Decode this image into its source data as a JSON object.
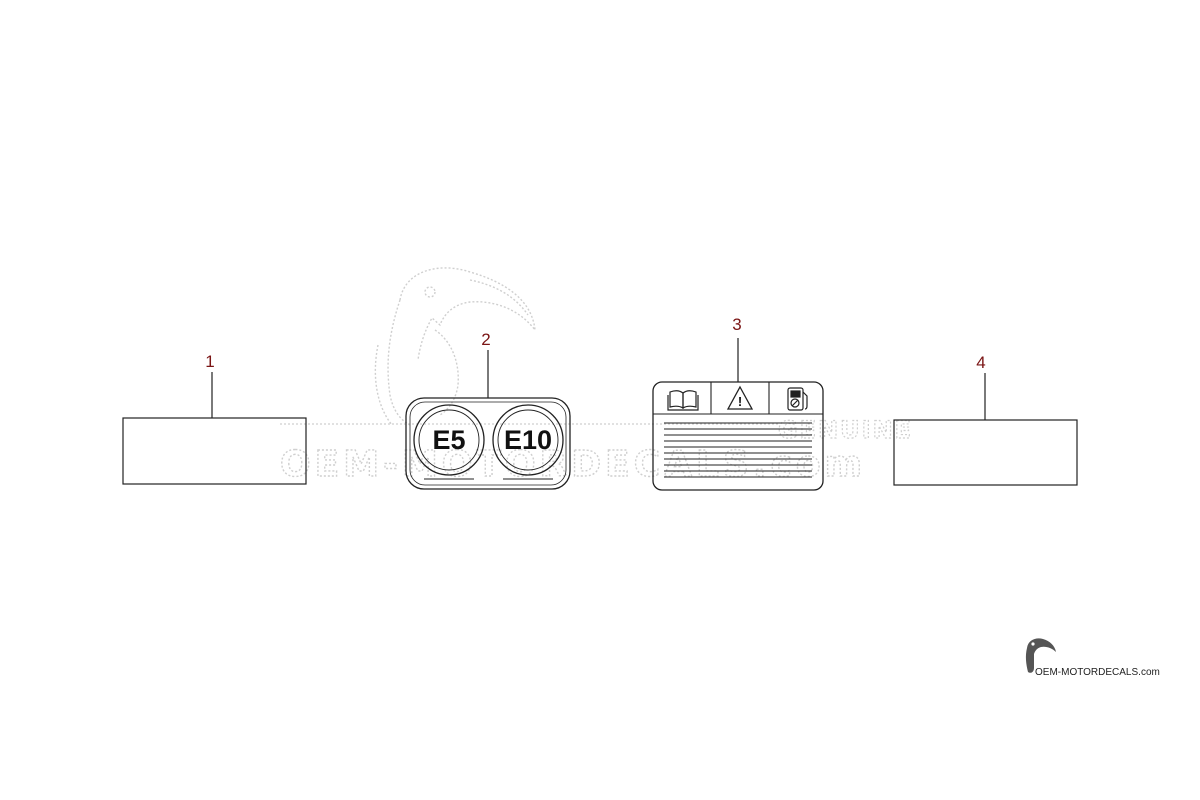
{
  "watermark": {
    "main_text": "OEM-MOTORDECALS.com",
    "side_text": "GENUINE"
  },
  "parts": [
    {
      "callout": "1"
    },
    {
      "callout": "2",
      "labels": [
        "E5",
        "E10"
      ]
    },
    {
      "callout": "3",
      "icons": [
        "manual-book-icon",
        "warning-triangle-icon",
        "fuel-pump-icon"
      ],
      "warning_symbol": "!"
    },
    {
      "callout": "4"
    }
  ],
  "footer": {
    "logo_text": "OEM-MOTORDECALS.com"
  },
  "colors": {
    "callout": "#7a1414",
    "line": "#222222",
    "watermark": "#cfcfcf"
  }
}
